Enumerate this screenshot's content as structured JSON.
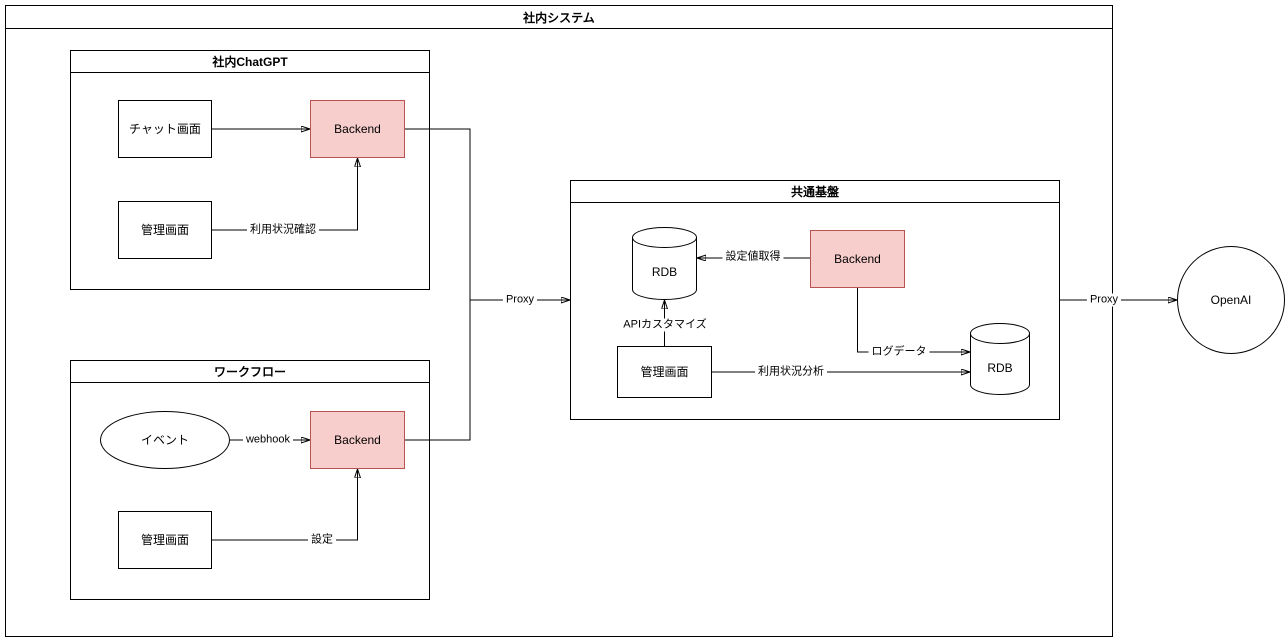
{
  "diagram": {
    "outer": {
      "title": "社内システム"
    },
    "groups": {
      "chatgpt": {
        "title": "社内ChatGPT"
      },
      "workflow": {
        "title": "ワークフロー"
      },
      "common": {
        "title": "共通基盤"
      }
    },
    "nodes": {
      "chat_screen": {
        "label": "チャット画面"
      },
      "chatgpt_backend": {
        "label": "Backend"
      },
      "chatgpt_admin": {
        "label": "管理画面"
      },
      "event": {
        "label": "イベント"
      },
      "workflow_backend": {
        "label": "Backend"
      },
      "workflow_admin": {
        "label": "管理画面"
      },
      "rdb_config": {
        "label": "RDB"
      },
      "common_backend": {
        "label": "Backend"
      },
      "common_admin": {
        "label": "管理画面"
      },
      "rdb_log": {
        "label": "RDB"
      },
      "openai": {
        "label": "OpenAI"
      }
    },
    "edges": {
      "usage_check": {
        "label": "利用状況確認"
      },
      "proxy_in": {
        "label": "Proxy"
      },
      "webhook": {
        "label": "webhook"
      },
      "settings": {
        "label": "設定"
      },
      "config_fetch": {
        "label": "設定値取得"
      },
      "api_customize": {
        "label": "APIカスタマイズ"
      },
      "log_data": {
        "label": "ログデータ"
      },
      "usage_analysis": {
        "label": "利用状況分析"
      },
      "proxy_out": {
        "label": "Proxy"
      }
    },
    "colors": {
      "backend_fill": "#f8cecc",
      "backend_border": "#b85450",
      "node_fill": "#ffffff",
      "line": "#000000"
    }
  }
}
